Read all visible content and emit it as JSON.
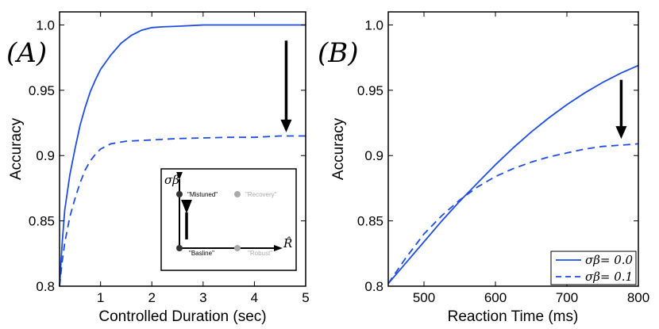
{
  "colors": {
    "series": "#1f4de0",
    "arrow": "#000000",
    "inset_faded": "#aaaaaa",
    "inset_marker": "#333333"
  },
  "chart_data": [
    {
      "type": "line",
      "panel_label": "(A)",
      "xlabel": "Controlled Duration (sec)",
      "ylabel": "Accuracy",
      "xlim": [
        0.2,
        5
      ],
      "ylim": [
        0.8,
        1.01
      ],
      "xticks": [
        1,
        2,
        3,
        4,
        5
      ],
      "xtick_labels": [
        "1",
        "2",
        "3",
        "4",
        "5"
      ],
      "yticks": [
        0.8,
        0.85,
        0.9,
        0.95,
        1.0
      ],
      "ytick_labels": [
        "0.8",
        "0.85",
        "0.9",
        "0.95",
        "1.0"
      ],
      "grid": false,
      "series": [
        {
          "style": "solid",
          "x": [
            0.2,
            0.25,
            0.3,
            0.4,
            0.5,
            0.6,
            0.7,
            0.8,
            0.9,
            1.0,
            1.2,
            1.4,
            1.6,
            1.8,
            2.0,
            2.2,
            2.5,
            3.0,
            3.5,
            4.0,
            4.5,
            5.0
          ],
          "y": [
            0.8,
            0.832,
            0.858,
            0.885,
            0.905,
            0.923,
            0.937,
            0.949,
            0.958,
            0.966,
            0.977,
            0.986,
            0.992,
            0.996,
            0.998,
            0.9985,
            0.999,
            1.0,
            1.0,
            1.0,
            1.0,
            1.0
          ]
        },
        {
          "style": "dashed",
          "x": [
            0.2,
            0.25,
            0.3,
            0.4,
            0.5,
            0.6,
            0.7,
            0.8,
            0.9,
            1.0,
            1.2,
            1.5,
            2.0,
            2.5,
            3.0,
            3.5,
            4.0,
            4.5,
            5.0
          ],
          "y": [
            0.8,
            0.818,
            0.833,
            0.853,
            0.867,
            0.879,
            0.889,
            0.896,
            0.901,
            0.905,
            0.909,
            0.911,
            0.912,
            0.913,
            0.9135,
            0.914,
            0.914,
            0.915,
            0.915
          ]
        }
      ],
      "annotations": [
        {
          "type": "arrow",
          "x": 4.62,
          "y_from": 0.988,
          "y_to": 0.919
        }
      ],
      "inset": {
        "xlabel": "R̂",
        "ylabel": "σβ",
        "points": [
          {
            "label": "\"Mistuned\"",
            "color_key": "inset_marker"
          },
          {
            "label": "\"Recovery\"",
            "color_key": "inset_faded"
          },
          {
            "label": "\"Basline\"",
            "color_key": "inset_marker"
          },
          {
            "label": "\"Robust\"",
            "color_key": "inset_faded"
          }
        ]
      }
    },
    {
      "type": "line",
      "panel_label": "(B)",
      "xlabel": "Reaction Time (ms)",
      "ylabel": "Accuracy",
      "xlim": [
        450,
        800
      ],
      "ylim": [
        0.8,
        1.01
      ],
      "xticks": [
        500,
        600,
        700,
        800
      ],
      "xtick_labels": [
        "500",
        "600",
        "700",
        "800"
      ],
      "yticks": [
        0.8,
        0.85,
        0.9,
        0.95,
        1.0
      ],
      "ytick_labels": [
        "0.8",
        "0.85",
        "0.9",
        "0.95",
        "1.0"
      ],
      "grid": false,
      "legend": {
        "placement": "bottom-right",
        "entries": [
          "σβ= 0.0",
          "σβ= 0.1"
        ]
      },
      "series": [
        {
          "name": "σβ= 0.0",
          "style": "solid",
          "x": [
            450,
            475,
            500,
            525,
            550,
            575,
            600,
            625,
            650,
            675,
            700,
            725,
            750,
            775,
            800
          ],
          "y": [
            0.802,
            0.818,
            0.834,
            0.85,
            0.865,
            0.879,
            0.893,
            0.906,
            0.918,
            0.929,
            0.939,
            0.948,
            0.956,
            0.963,
            0.969
          ]
        },
        {
          "name": "σβ= 0.1",
          "style": "dashed",
          "x": [
            450,
            475,
            500,
            525,
            550,
            575,
            600,
            625,
            650,
            675,
            700,
            725,
            750,
            775,
            800
          ],
          "y": [
            0.802,
            0.822,
            0.84,
            0.854,
            0.866,
            0.876,
            0.884,
            0.89,
            0.895,
            0.899,
            0.902,
            0.905,
            0.907,
            0.908,
            0.909
          ]
        }
      ],
      "annotations": [
        {
          "type": "arrow",
          "x": 776,
          "y_from": 0.958,
          "y_to": 0.914
        }
      ]
    }
  ]
}
